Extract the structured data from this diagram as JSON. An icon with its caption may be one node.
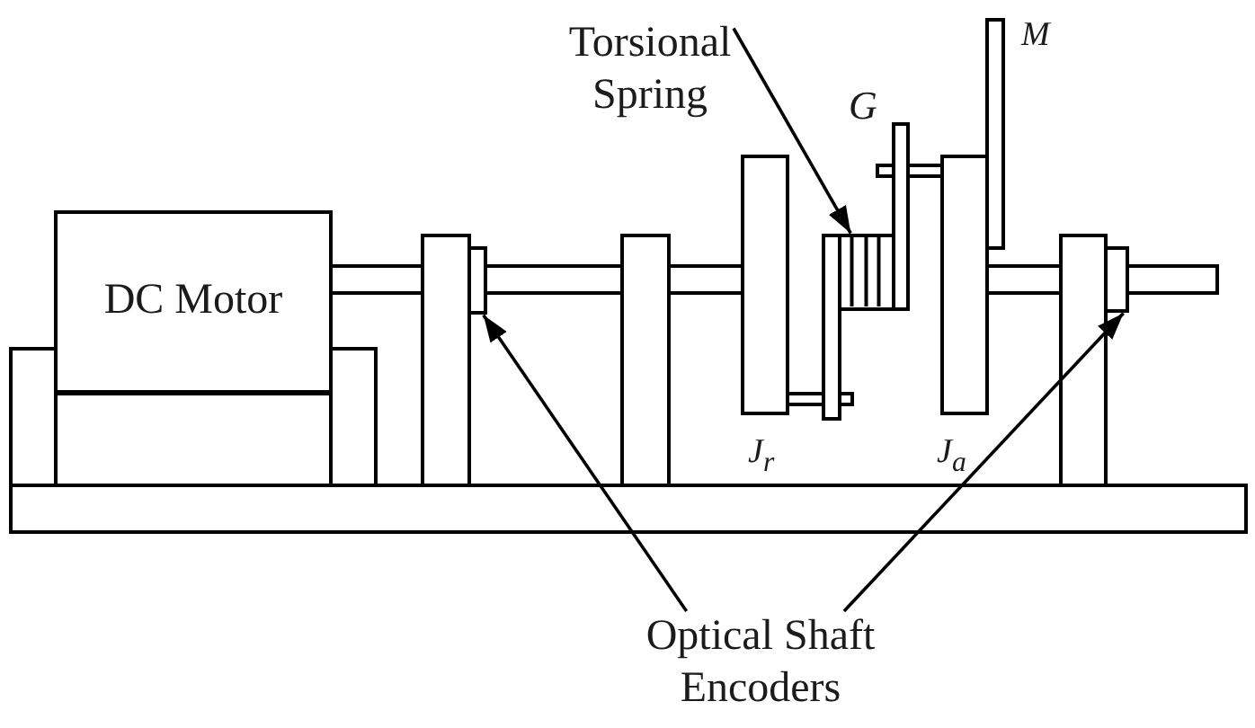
{
  "diagram": {
    "nodes": [
      {
        "text": [
          "Torsional Spring"
        ]
      },
      {
        "text": [
          "DC Motor"
        ]
      },
      {
        "text": [
          "Optical Shaft Encoders"
        ]
      },
      {
        "text": [],
        "shape": "box"
      },
      {
        "text": [],
        "shape": "box"
      },
      {
        "text": [],
        "shape": "box"
      },
      {
        "text": [],
        "shape": "box"
      },
      {
        "text": [],
        "shape": "box"
      },
      {
        "text": [],
        "shape": "box"
      },
      {
        "text": [],
        "shape": "box"
      },
      {
        "text": [],
        "shape": "box",
        "beside": [
          "J$_{r}$"
        ]
      },
      {
        "text": [],
        "shape": "box"
      },
      {
        "text": [],
        "shape": "box"
      },
      {
        "text": [],
        "shape": "box"
      },
      {
        "text": [],
        "shape": "box"
      },
      {
        "text": [],
        "shape": "box",
        "beside": [
          "G"
        ]
      },
      {
        "text": [],
        "shape": "box",
        "beside": [
          "J$_{a}$"
        ]
      },
      {
        "text": [],
        "shape": "box",
        "beside": [
          "M"
        ]
      },
      {
        "text": [],
        "shape": "box"
      },
      {
        "text": [],
        "shape": "box"
      },
      {
        "text": [],
        "shape": "box"
      }
    ],
    "edges": [
      {
        "from": 0,
        "to": 13,
        "arrow": "to"
      },
      {
        "from": 2,
        "to": 8,
        "arrow": "to"
      },
      {
        "from": 2,
        "to": 20,
        "arrow": "to"
      }
    ]
  }
}
